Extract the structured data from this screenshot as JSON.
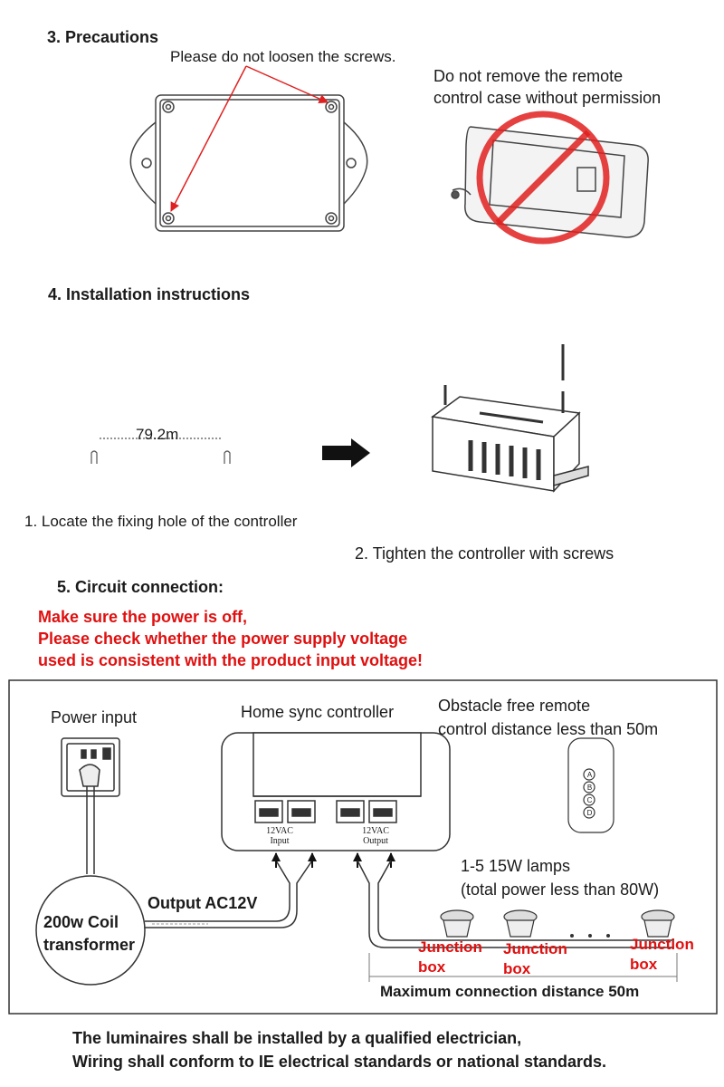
{
  "precautions": {
    "heading": "3. Precautions",
    "screws_note": "Please do not loosen the screws.",
    "remote_note_line1": "Do not remove the remote",
    "remote_note_line2": "control case without permission"
  },
  "installation": {
    "heading": "4. Installation instructions",
    "distance": "79.2m",
    "step1": "1. Locate the fixing hole of the controller",
    "step2": "2. Tighten the controller with screws"
  },
  "circuit": {
    "heading": "5. Circuit connection:",
    "warning_line1": "Make sure the power is off,",
    "warning_line2": "Please check whether the power supply voltage",
    "warning_line3": "used is consistent with the product input voltage!",
    "power_input": "Power input",
    "controller_label": "Home sync controller",
    "remote_line1": "Obstacle free remote",
    "remote_line2": "control distance less than 50m",
    "lamps_line1": "1-5 15W lamps",
    "lamps_line2": "(total power less than 80W)",
    "output_label": "Output AC12V",
    "transformer_line1": "200w Coil",
    "transformer_line2": "transformer",
    "terminal_input_v": "12VAC",
    "terminal_input": "Input",
    "terminal_output_v": "12VAC",
    "terminal_output": "Output",
    "remote_buttons": [
      "A",
      "B",
      "C",
      "D"
    ],
    "junction_line1": "Junction",
    "junction_line2": "box",
    "max_distance": "Maximum connection distance 50m"
  },
  "footer": {
    "line1": "The luminaires shall be installed by a qualified electrician,",
    "line2": "Wiring shall conform to IE electrical standards or national standards."
  },
  "colors": {
    "warning": "#e01010",
    "arrow": "#e02020",
    "line": "#333333"
  }
}
